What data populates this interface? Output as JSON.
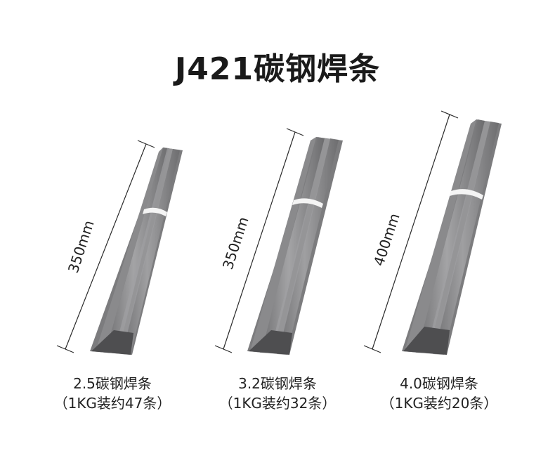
{
  "title": "J421碳钢焊条",
  "colors": {
    "rod": "#8e8e90",
    "rod_dark": "#5c5c5e",
    "rod_light": "#b4b4b6",
    "band": "#f4f4f4",
    "dimension_line": "#2a2a2a",
    "text": "#222222"
  },
  "bundles": [
    {
      "length_label": "350mm",
      "name": "2.5碳钢焊条",
      "package": "（1KG装约47条）"
    },
    {
      "length_label": "350mm",
      "name": "3.2碳钢焊条",
      "package": "（1KG装约32条）"
    },
    {
      "length_label": "400mm",
      "name": "4.0碳钢焊条",
      "package": "（1KG装约20条）"
    }
  ]
}
